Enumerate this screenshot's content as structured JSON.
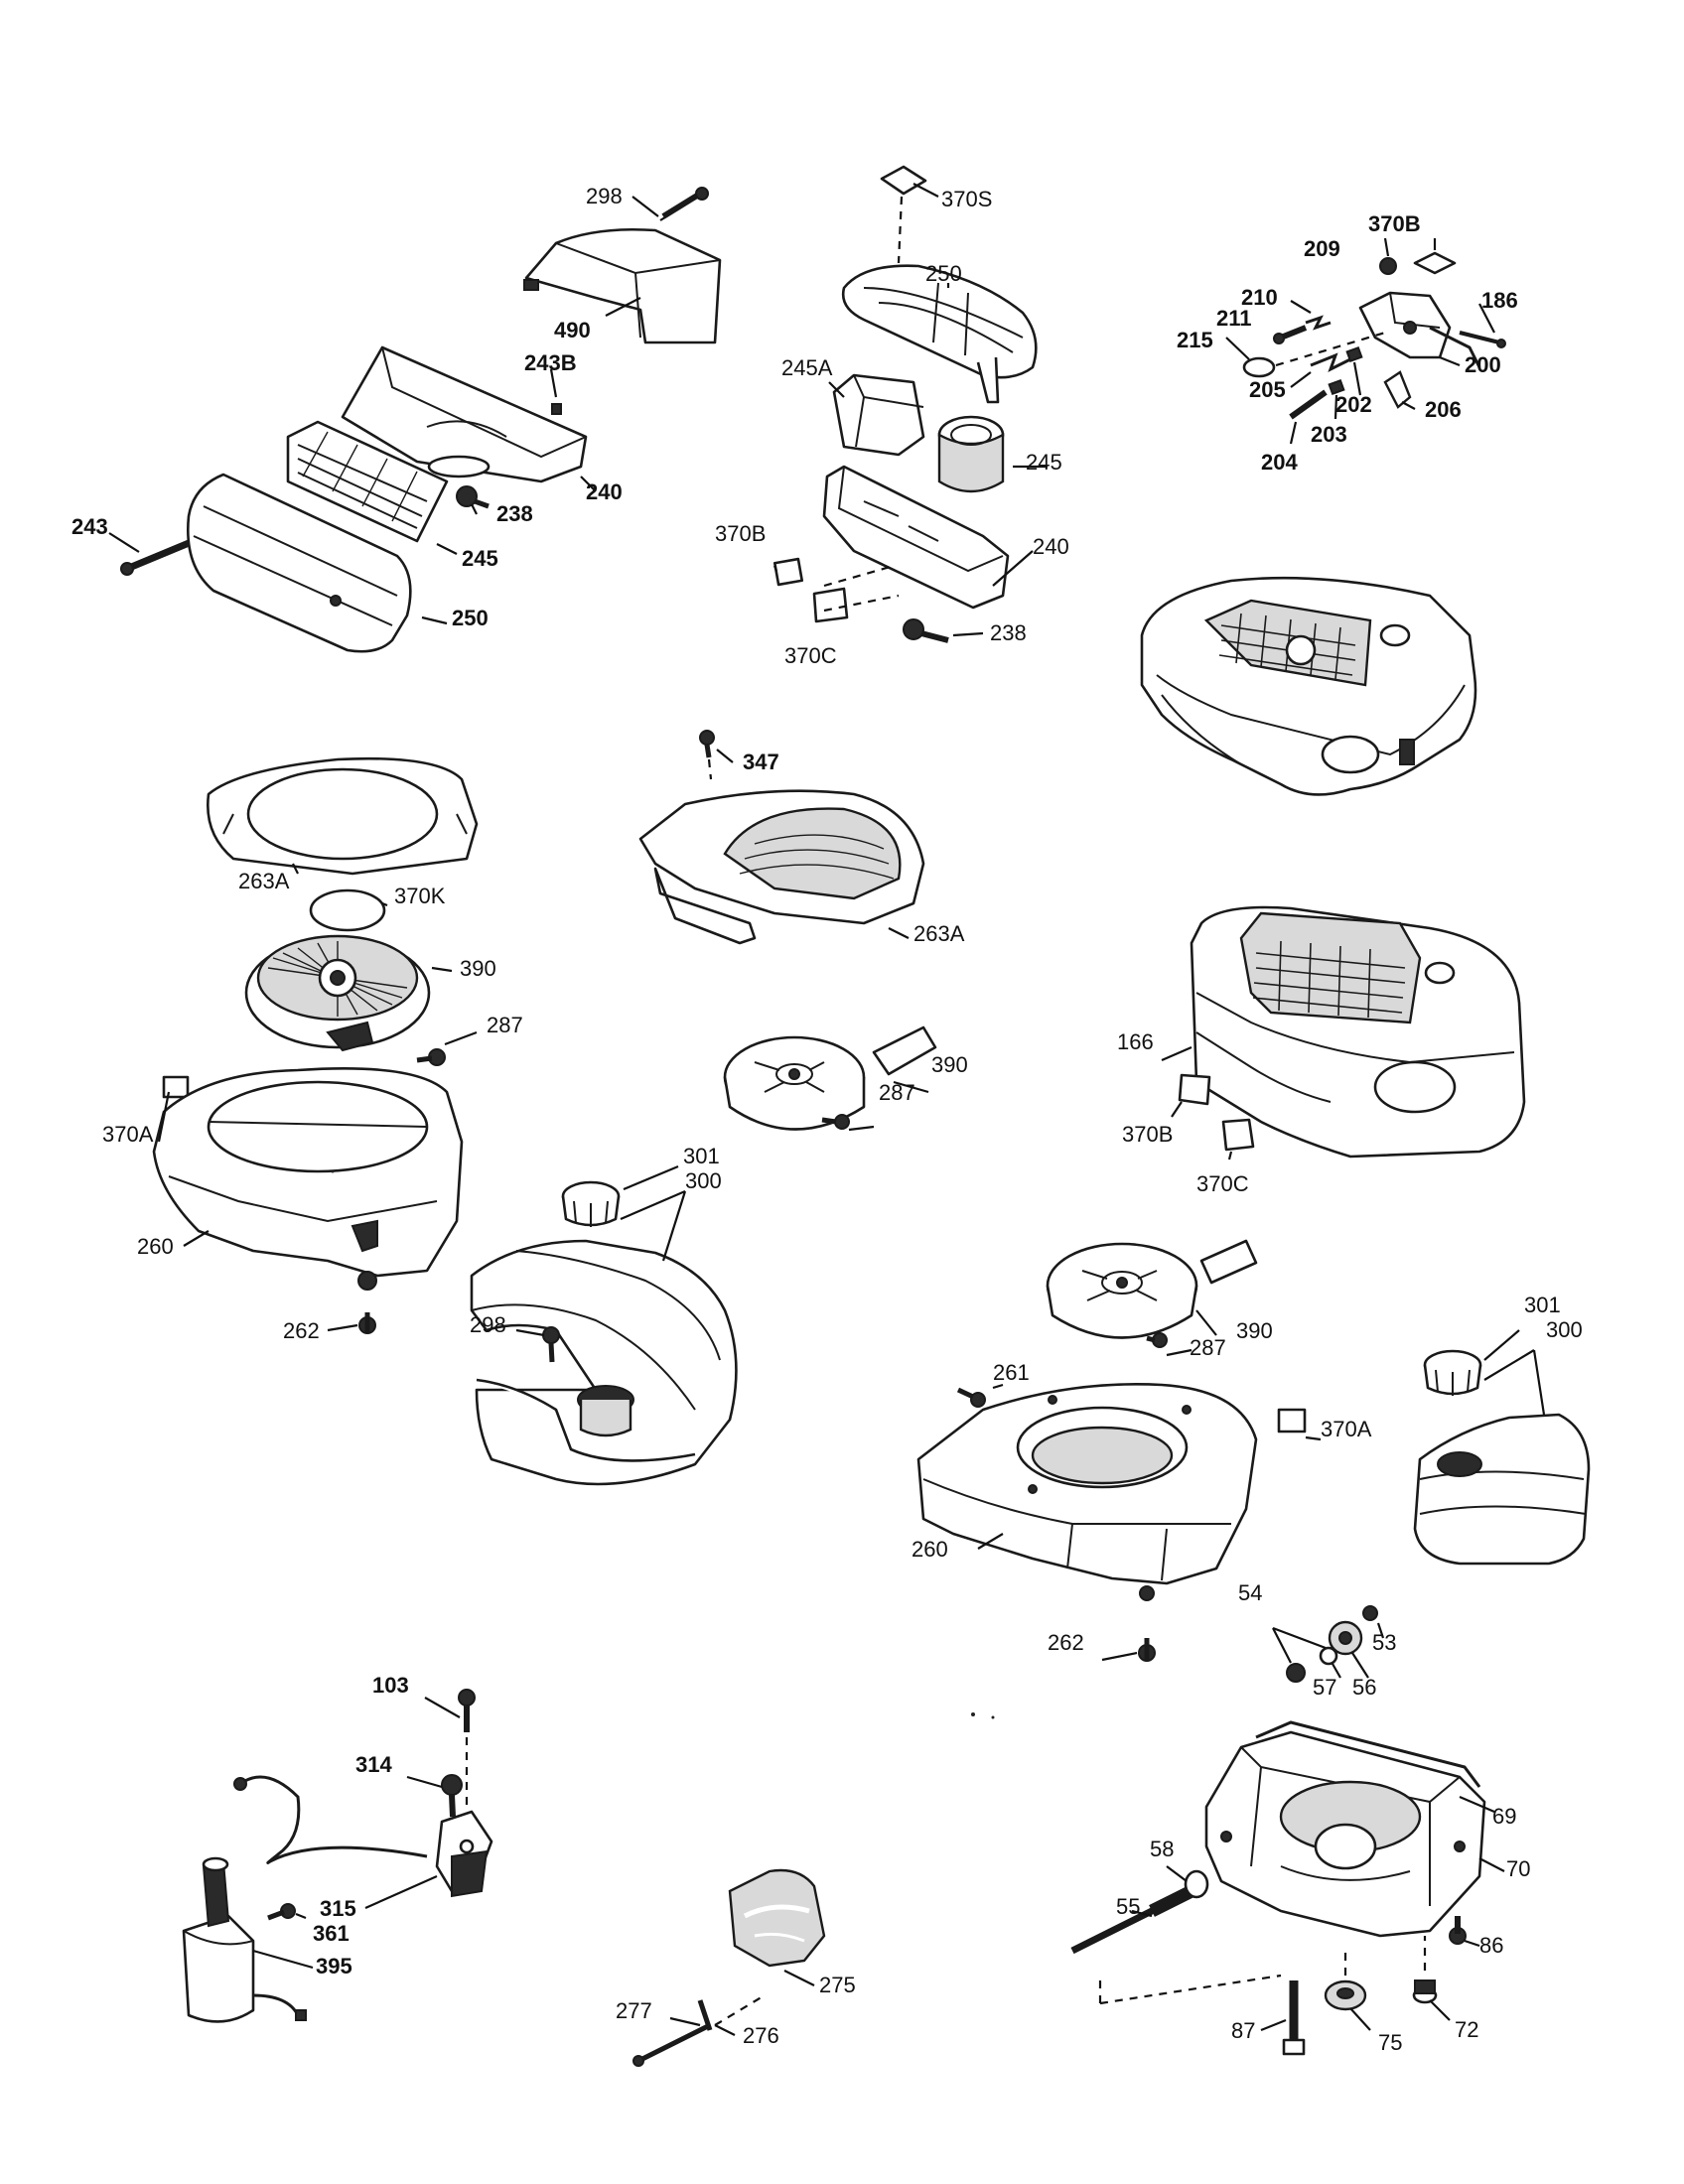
{
  "diagram": {
    "labels": {
      "l298a": "298",
      "l490": "490",
      "l243b": "243B",
      "l240a": "240",
      "l238a": "238",
      "l245a": "245",
      "l243": "243",
      "l250a": "250",
      "l370s": "370S",
      "l250b": "250",
      "l245aa": "245A",
      "l245b": "245",
      "l370ba": "370B",
      "l240b": "240",
      "l238b": "238",
      "l370ca": "370C",
      "l370bb": "370B",
      "l209": "209",
      "l210": "210",
      "l186": "186",
      "l211": "211",
      "l215": "215",
      "l200": "200",
      "l205": "205",
      "l202": "202",
      "l206": "206",
      "l203": "203",
      "l204": "204",
      "l347": "347",
      "l263aa": "263A",
      "l370k": "370K",
      "l263ab": "263A",
      "l390a": "390",
      "l287a": "287",
      "l390b": "390",
      "l287b": "287",
      "l166": "166",
      "l370bc": "370B",
      "l370cb": "370C",
      "l370aa": "370A",
      "l260a": "260",
      "l262a": "262",
      "l301a": "301",
      "l300a": "300",
      "l298b": "298",
      "l390c": "390",
      "l287c": "287",
      "l261": "261",
      "l370ab": "370A",
      "l260b": "260",
      "l262b": "262",
      "l301b": "301",
      "l300b": "300",
      "l54": "54",
      "l53": "53",
      "l57": "57",
      "l56": "56",
      "l103": "103",
      "l314": "314",
      "l315": "315",
      "l361": "361",
      "l395": "395",
      "l277": "277",
      "l276": "276",
      "l275": "275",
      "l69": "69",
      "l58": "58",
      "l55": "55",
      "l70": "70",
      "l86": "86",
      "l87": "87",
      "l75": "75",
      "l72": "72"
    }
  }
}
